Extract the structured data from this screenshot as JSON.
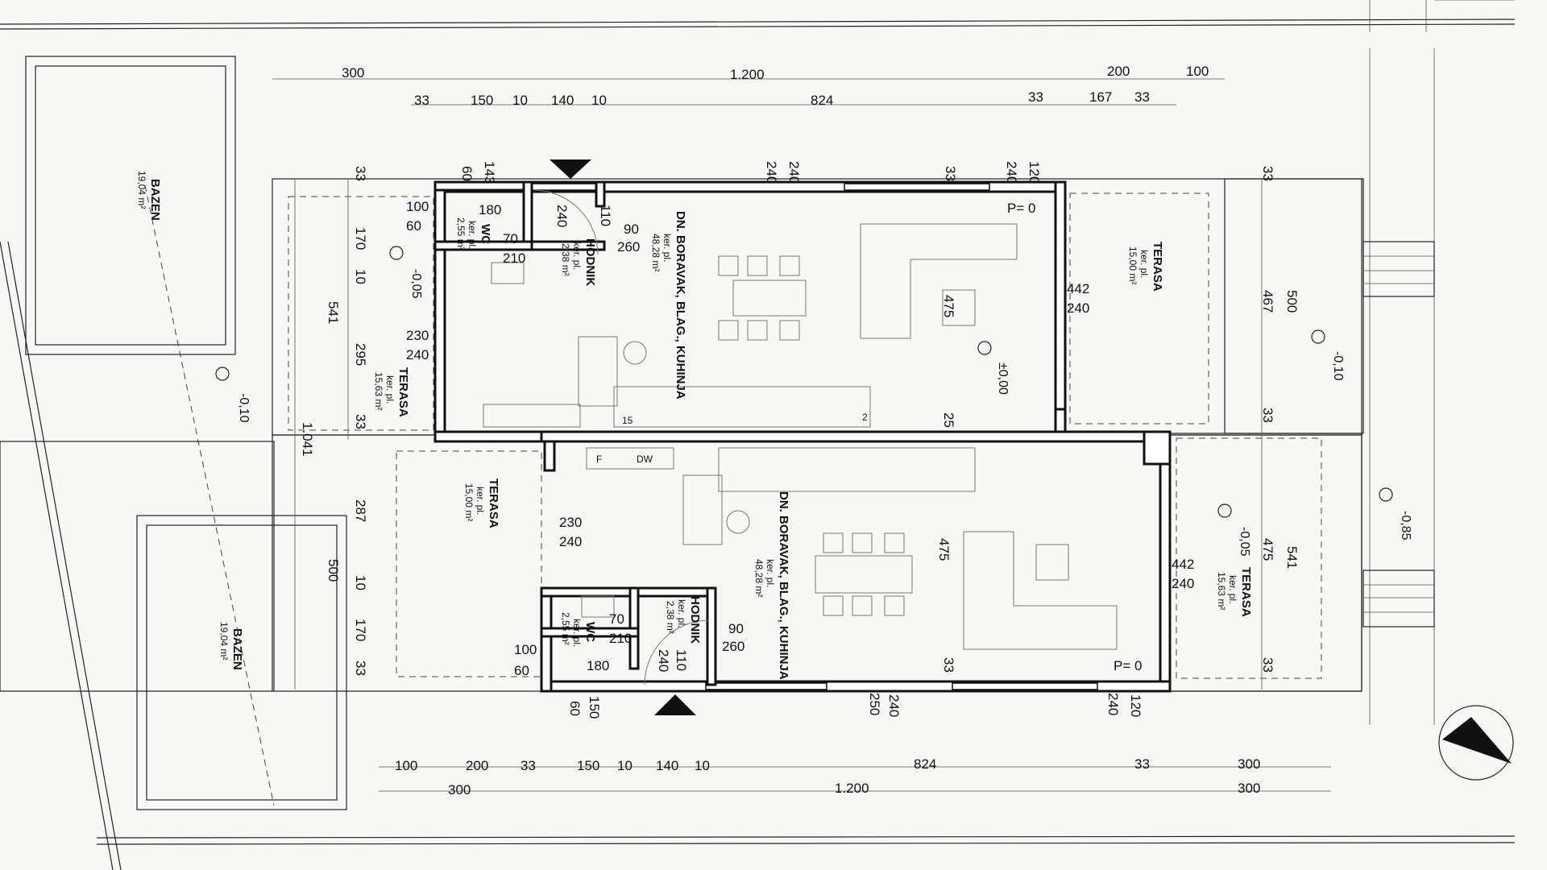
{
  "dimensions_top": {
    "row1": [
      "300",
      "1.200",
      "200",
      "100"
    ],
    "row2": [
      "33",
      "150",
      "10",
      "140",
      "10",
      "824",
      "33",
      "167",
      "33"
    ]
  },
  "dimensions_bottom": {
    "row1": [
      "100",
      "200",
      "33",
      "150",
      "10",
      "140",
      "10",
      "824",
      "33",
      "300"
    ],
    "row2": [
      "300",
      "1.200",
      "300"
    ]
  },
  "dimensions_upper_unit": {
    "top_marks": [
      "60",
      "143",
      "240",
      "240",
      "33",
      "240",
      "120"
    ],
    "left_column": [
      "33",
      "170",
      "10",
      "541",
      "295",
      "33"
    ],
    "wc_marks": [
      "100",
      "60",
      "180",
      "70",
      "210",
      "240",
      "110",
      "90",
      "260"
    ],
    "right_column": [
      "33",
      "467",
      "500",
      "33"
    ],
    "interior": [
      "230",
      "240",
      "475",
      "442",
      "240"
    ],
    "stair": "25",
    "p_mark": "P= 0"
  },
  "dimensions_lower_unit": {
    "left_column": [
      "1.041",
      "287",
      "500",
      "10",
      "170",
      "33"
    ],
    "interior": [
      "230",
      "240",
      "475",
      "442",
      "240"
    ],
    "wc_marks": [
      "100",
      "60",
      "180",
      "70",
      "210",
      "240",
      "110",
      "90",
      "260"
    ],
    "bottom_marks": [
      "60",
      "150",
      "250",
      "240",
      "240",
      "120"
    ],
    "right_column": [
      "475",
      "541",
      "33",
      "33"
    ],
    "p_mark": "P= 0"
  },
  "rooms": {
    "pool_top": {
      "name": "BAZEN",
      "area": "19,04 m²"
    },
    "pool_bottom": {
      "name": "BAZEN",
      "area": "19,04 m²"
    },
    "upper_living": {
      "name": "DN. BORAVAK, BLAG., KUHINJA",
      "floor": "ker. pl.",
      "area": "48,28 m²"
    },
    "upper_hall": {
      "name": "HODNIK",
      "floor": "ker. pl.",
      "area": "2,38 m²"
    },
    "upper_wc": {
      "name": "WC",
      "floor": "ker. pl.",
      "area": "2,55 m²"
    },
    "upper_terrace_left": {
      "name": "TERASA",
      "floor": "ker. pl.",
      "area": "15,63 m²"
    },
    "upper_terrace_right": {
      "name": "TERASA",
      "floor": "ker. pl.",
      "area": "15,00 m²"
    },
    "lower_living": {
      "name": "DN. BORAVAK, BLAG., KUHINJA",
      "floor": "ker. pl.",
      "area": "48,28 m²"
    },
    "lower_hall": {
      "name": "HODNIK",
      "floor": "ker. pl.",
      "area": "2,38 m²"
    },
    "lower_wc": {
      "name": "WC",
      "floor": "ker. pl.",
      "area": "2,55 m²"
    },
    "lower_terrace_left": {
      "name": "TERASA",
      "floor": "ker. pl.",
      "area": "15,00 m²"
    },
    "lower_terrace_right": {
      "name": "TERASA",
      "floor": "ker. pl.",
      "area": "15,63 m²"
    }
  },
  "levels": {
    "pool": "-0,10",
    "upper_terrace": "-0,05",
    "upper_interior": "±0,00",
    "right_terrace": "-0,10",
    "lower_terrace": "-0,05",
    "right_stair": "-0,85"
  },
  "appliance_labels": {
    "dishwasher": "DW",
    "fridge": "F",
    "step_first": "15",
    "step_last": "2"
  }
}
